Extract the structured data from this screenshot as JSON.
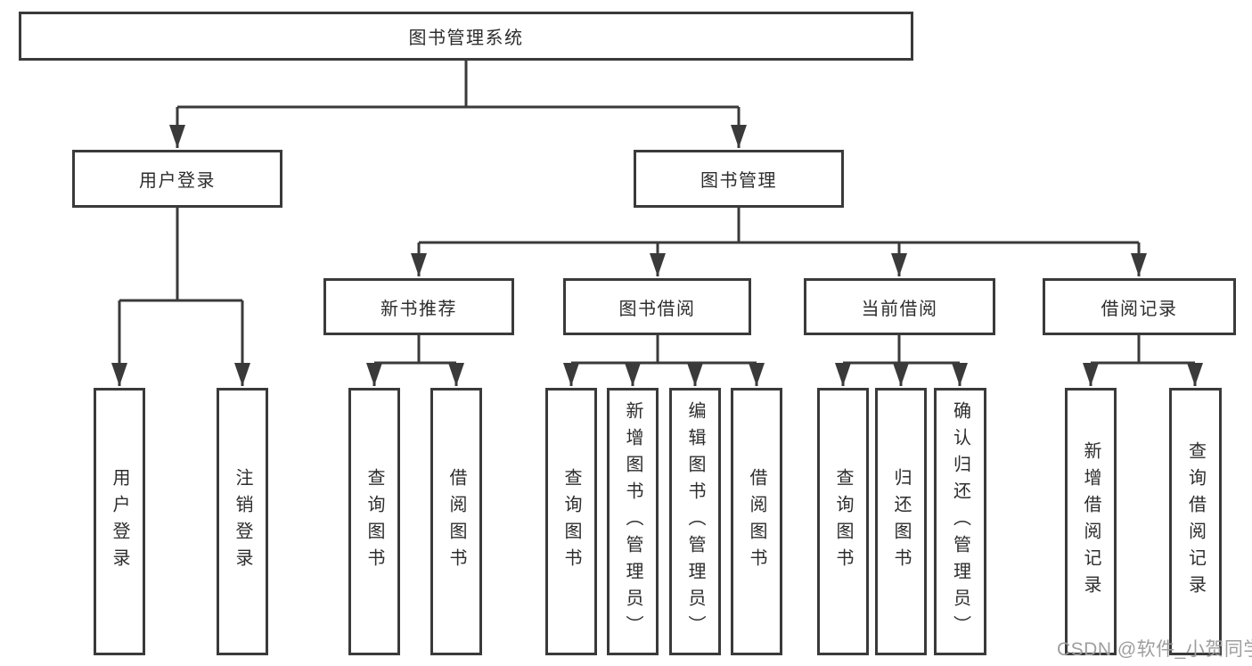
{
  "diagram": {
    "title": "图书管理系统",
    "level1": {
      "user_login": "用户登录",
      "book_mgmt": "图书管理"
    },
    "level2": {
      "new_book": "新书推荐",
      "book_borrow": "图书借阅",
      "current_borrow": "当前借阅",
      "borrow_record": "借阅记录"
    },
    "leaves": {
      "user_login_leaf": "用户登录",
      "logout": "注销登录",
      "nb_query": "查询图书",
      "nb_borrow": "借阅图书",
      "bb_query": "查询图书",
      "bb_add": "新增图书（管理员）",
      "bb_edit": "编辑图书（管理员）",
      "bb_borrow": "借阅图书",
      "cb_query": "查询图书",
      "cb_return": "归还图书",
      "cb_confirm": "确认归还（管理员）",
      "br_add": "新增借阅记录",
      "br_query": "查询借阅记录"
    }
  },
  "watermark": "CSDN @软件_小贺同学",
  "colors": {
    "line": "#3a3a3a",
    "text": "#2d2d2d",
    "watermark": "#9e9e9e",
    "background": "#ffffff"
  }
}
